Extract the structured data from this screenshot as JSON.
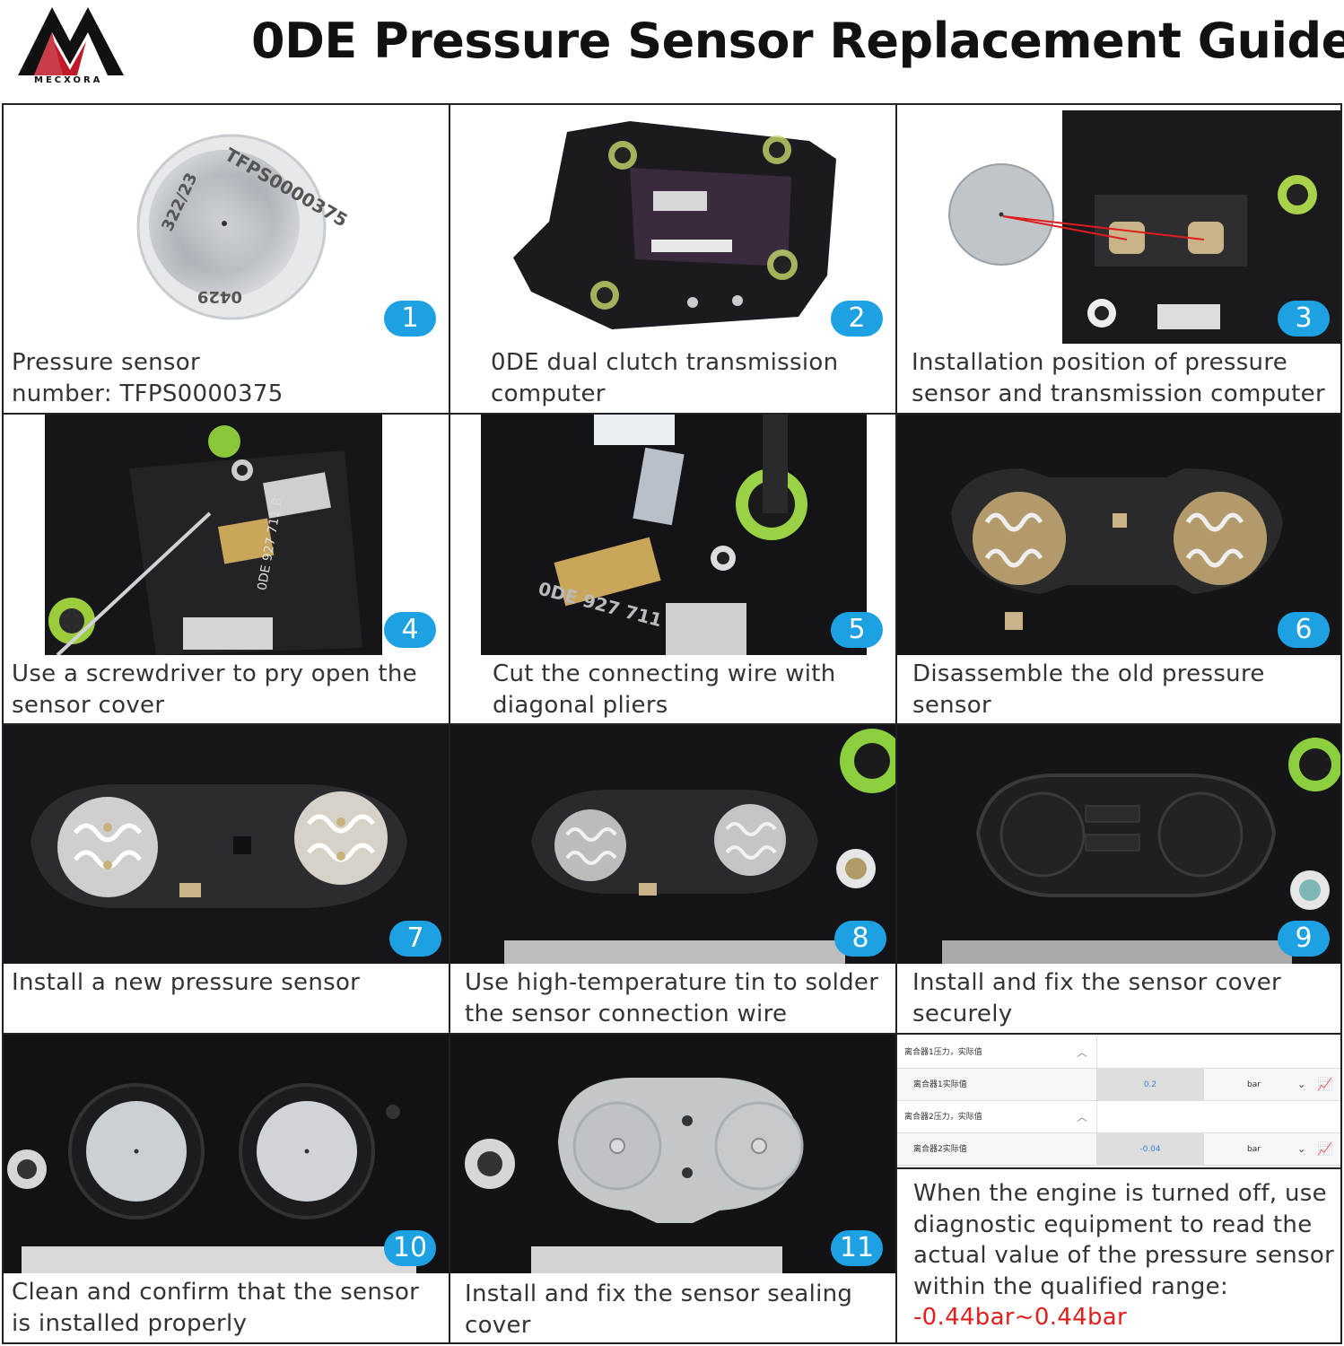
{
  "brand": {
    "name": "MECXORA"
  },
  "title": "0DE Pressure Sensor Replacement Guide",
  "colors": {
    "badge": "#1da1e2",
    "accent_red": "#e0201c",
    "logo_red": "#c01a28"
  },
  "steps": [
    {
      "number": "1",
      "caption": [
        "Pressure sensor",
        "number: TFPS0000375"
      ],
      "sensor_text": {
        "top": "TFPS0000375",
        "left": "322/23",
        "bottom": "0429"
      }
    },
    {
      "number": "2",
      "caption": [
        "0DE dual clutch transmission",
        "computer"
      ]
    },
    {
      "number": "3",
      "caption": [
        "Installation position of pressure",
        "sensor and transmission computer"
      ]
    },
    {
      "number": "4",
      "caption": [
        "Use a screwdriver to pry open the",
        "sensor cover"
      ],
      "label_text": "0DE 927 711 B"
    },
    {
      "number": "5",
      "caption": [
        "Cut the connecting wire with",
        "diagonal pliers"
      ],
      "label_text": "0DE 927 711 B"
    },
    {
      "number": "6",
      "caption": [
        "Disassemble the old pressure",
        "sensor"
      ]
    },
    {
      "number": "7",
      "caption": [
        "Install a new pressure sensor"
      ]
    },
    {
      "number": "8",
      "caption": [
        "Use high-temperature tin to solder",
        "the sensor connection wire"
      ]
    },
    {
      "number": "9",
      "caption": [
        "Install and fix the sensor cover",
        "securely"
      ]
    },
    {
      "number": "10",
      "caption": [
        "Clean and confirm that the sensor",
        "is installed properly"
      ]
    },
    {
      "number": "11",
      "caption": [
        "Install and fix the sensor sealing",
        "cover"
      ]
    }
  ],
  "diagnostic": {
    "rows": [
      {
        "group": "离合器1压力，实际值",
        "label": "离合器1实际值",
        "value": "0.2",
        "unit": "bar"
      },
      {
        "group": "离合器2压力，实际值",
        "label": "离合器2实际值",
        "value": "-0.04",
        "unit": "bar"
      }
    ],
    "note": [
      "When the engine is turned off, use",
      "diagnostic equipment to read the",
      "actual value of the pressure sensor",
      "within the qualified range:"
    ],
    "range": "-0.44bar~0.44bar"
  }
}
